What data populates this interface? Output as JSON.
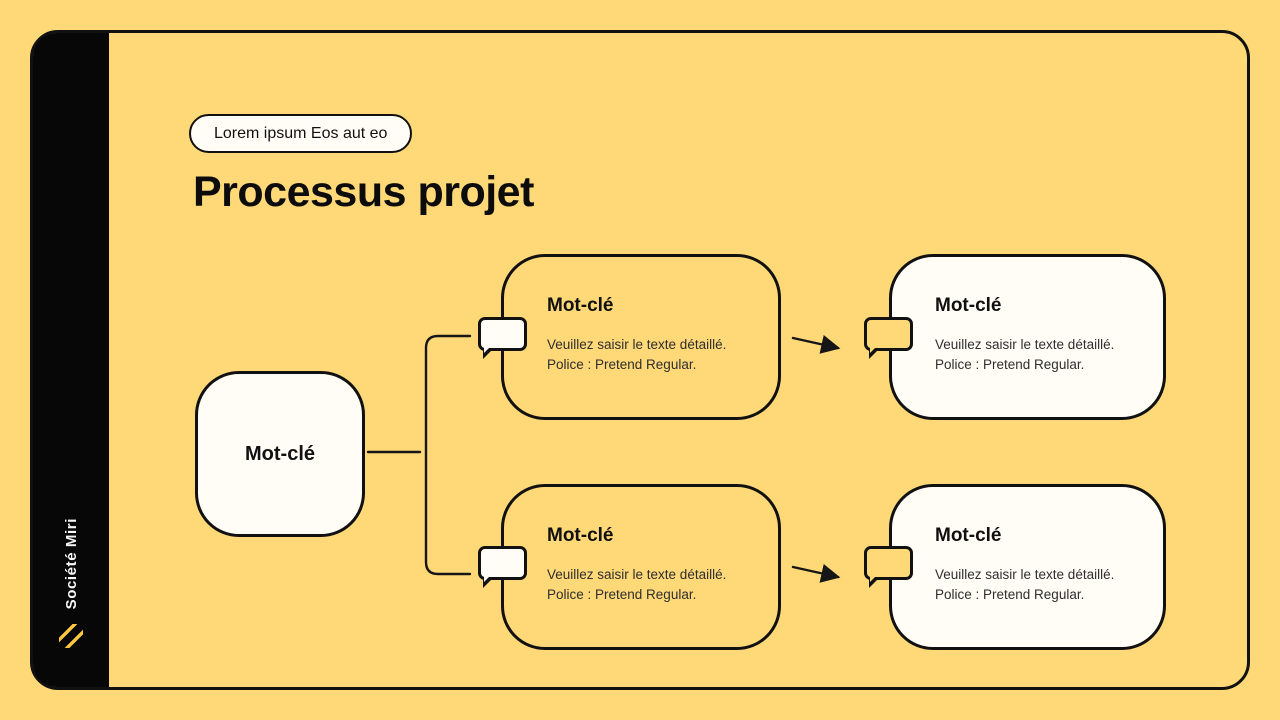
{
  "colors": {
    "background": "#FFD878",
    "ink": "#111111",
    "card_white": "#FFFDF6",
    "accent_yellow": "#FFC83D"
  },
  "sidebar": {
    "company": "Société Miri",
    "logo": "diagonal-stripes-logo"
  },
  "header": {
    "badge": "Lorem ipsum Eos aut eo",
    "title": "Processus projet"
  },
  "diagram": {
    "root": {
      "label": "Mot-clé"
    },
    "nodes": [
      {
        "id": "top-middle",
        "fill": "yellow",
        "title": "Mot-clé",
        "body_line1": "Veuillez saisir le texte détaillé.",
        "body_line2": "Police : Pretend Regular."
      },
      {
        "id": "top-right",
        "fill": "white",
        "title": "Mot-clé",
        "body_line1": "Veuillez saisir le texte détaillé.",
        "body_line2": "Police : Pretend Regular."
      },
      {
        "id": "bottom-middle",
        "fill": "yellow",
        "title": "Mot-clé",
        "body_line1": "Veuillez saisir le texte détaillé.",
        "body_line2": "Police : Pretend Regular."
      },
      {
        "id": "bottom-right",
        "fill": "white",
        "title": "Mot-clé",
        "body_line1": "Veuillez saisir le texte détaillé.",
        "body_line2": "Police : Pretend Regular."
      }
    ]
  }
}
